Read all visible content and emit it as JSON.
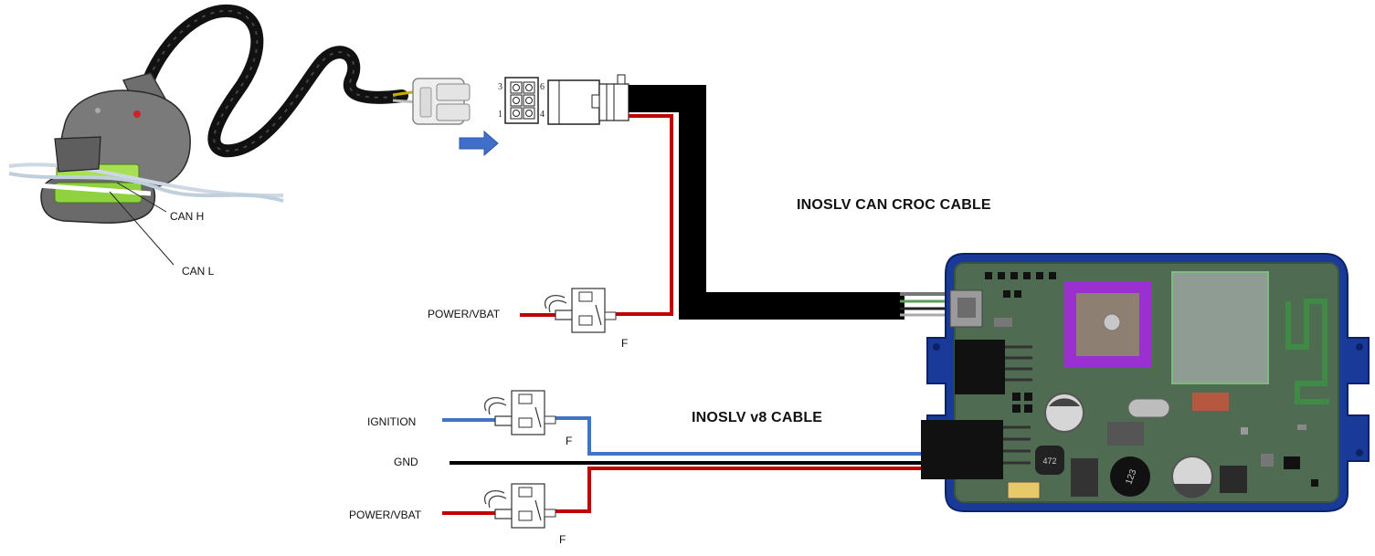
{
  "labels": {
    "can_h": "CAN H",
    "can_l": "CAN L",
    "croc_cable": "INOSLV CAN CROC CABLE",
    "v8_cable": "INOSLV v8 CABLE",
    "power_top": "POWER/VBAT",
    "fuse_top": "F",
    "ignition": "IGNITION",
    "fuse_ign": "F",
    "gnd": "GND",
    "power_bottom": "POWER/VBAT",
    "fuse_bottom": "F"
  },
  "connector_pins": [
    "3",
    "6",
    "1",
    "4"
  ],
  "board_chips": [
    "472",
    "123"
  ],
  "colors": {
    "wire_black": "#000000",
    "wire_red": "#c00000",
    "wire_blue": "#4472c4",
    "pcb_green": "#4f6b52",
    "board_frame": "#1a3a9a",
    "gps_purple": "#9b30d0",
    "clip_green": "#8fd13f"
  }
}
